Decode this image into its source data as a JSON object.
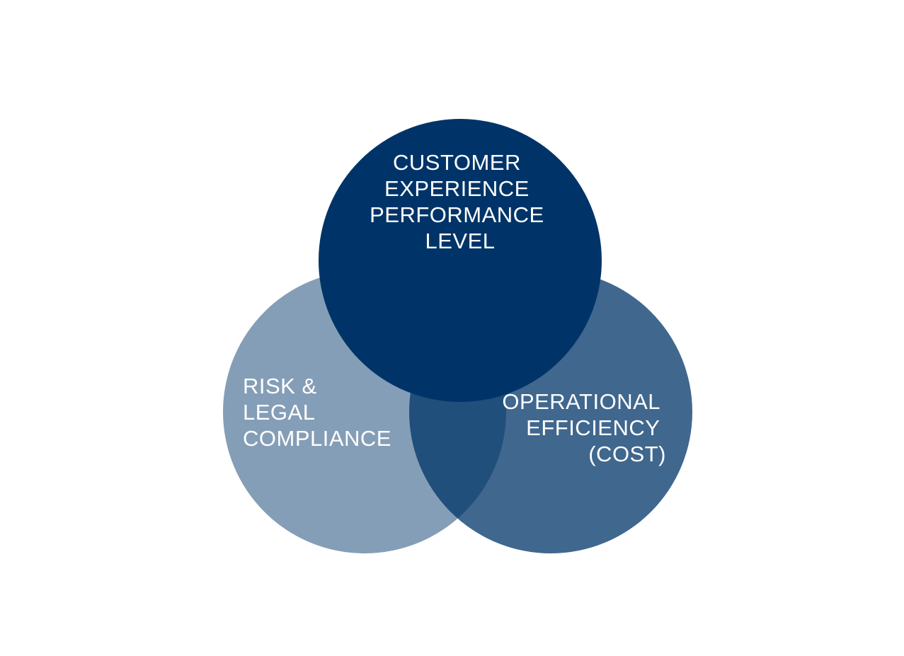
{
  "diagram": {
    "circles": [
      {
        "id": "customer",
        "color": "#003468",
        "opacity": 1.0,
        "label_lines": [
          "CUSTOMER",
          "EXPERIENCE",
          "PERFORMANCE",
          "LEVEL"
        ],
        "align": "center"
      },
      {
        "id": "risk",
        "color": "#003468",
        "opacity": 0.48,
        "label_lines": [
          "RISK &",
          "LEGAL",
          "COMPLIANCE"
        ],
        "align": "start"
      },
      {
        "id": "operational",
        "color": "#003468",
        "opacity": 0.75,
        "label_lines": [
          "OPERATIONAL",
          "EFFICIENCY",
          "(COST)"
        ],
        "align": "end"
      }
    ]
  }
}
